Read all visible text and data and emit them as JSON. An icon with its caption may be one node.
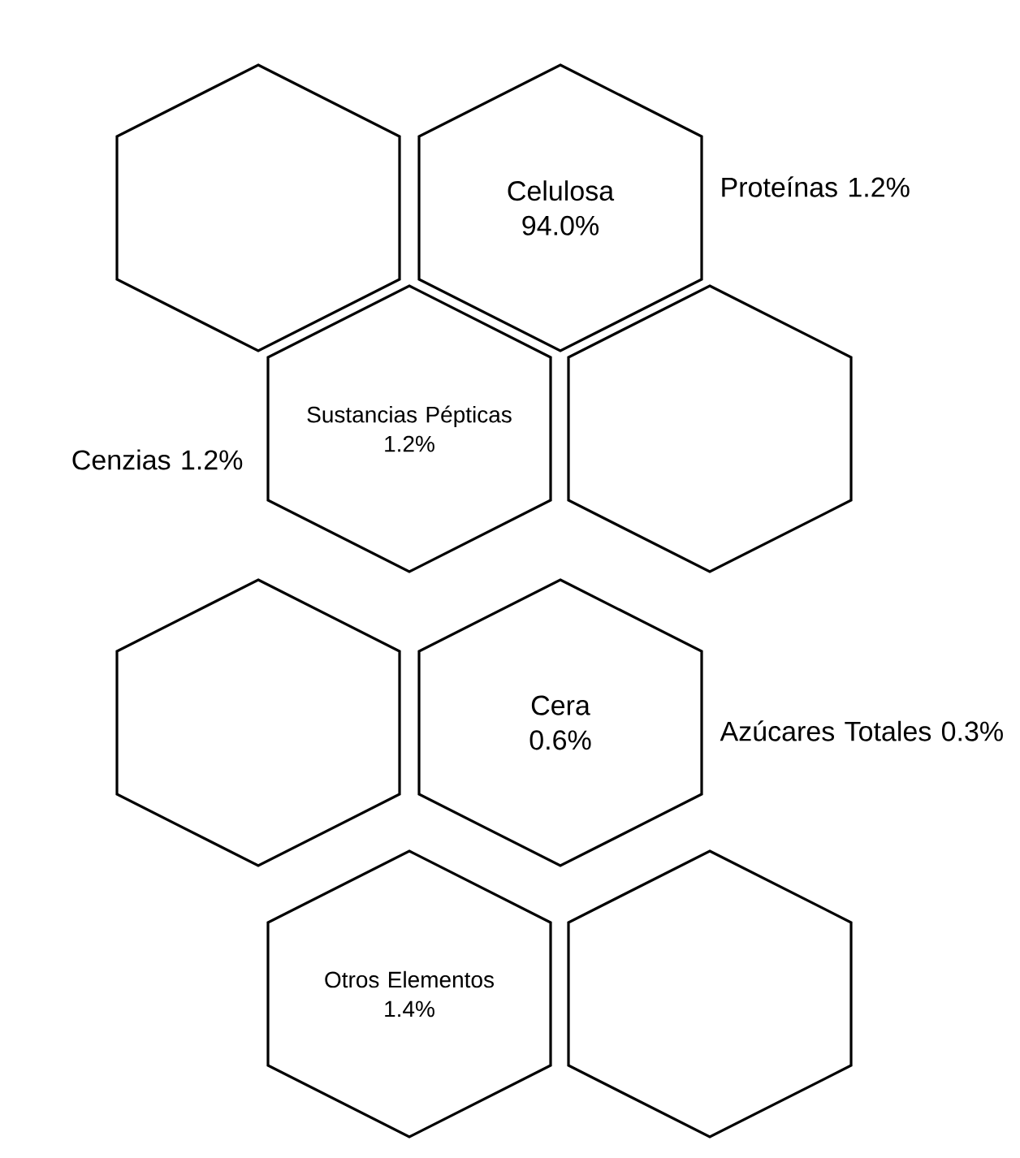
{
  "diagram": {
    "nodes": [
      {
        "text": [],
        "shape": "hexagon"
      },
      {
        "text": [
          "Celulosa",
          "94.0%"
        ]
      },
      {
        "text": [
          "Sustancias Pépticas",
          "1.2%"
        ]
      },
      {
        "text": [],
        "shape": "hexagon"
      },
      {
        "text": [],
        "shape": "hexagon"
      },
      {
        "text": [
          "Cera",
          "0.6%"
        ]
      },
      {
        "text": [
          "Otros Elementos",
          "1.4%"
        ]
      },
      {
        "text": [],
        "shape": "hexagon"
      }
    ],
    "labels": [
      "Proteínas 1.2%",
      "Cenzias 1.2%",
      "Azúcares Totales 0.3%"
    ]
  }
}
